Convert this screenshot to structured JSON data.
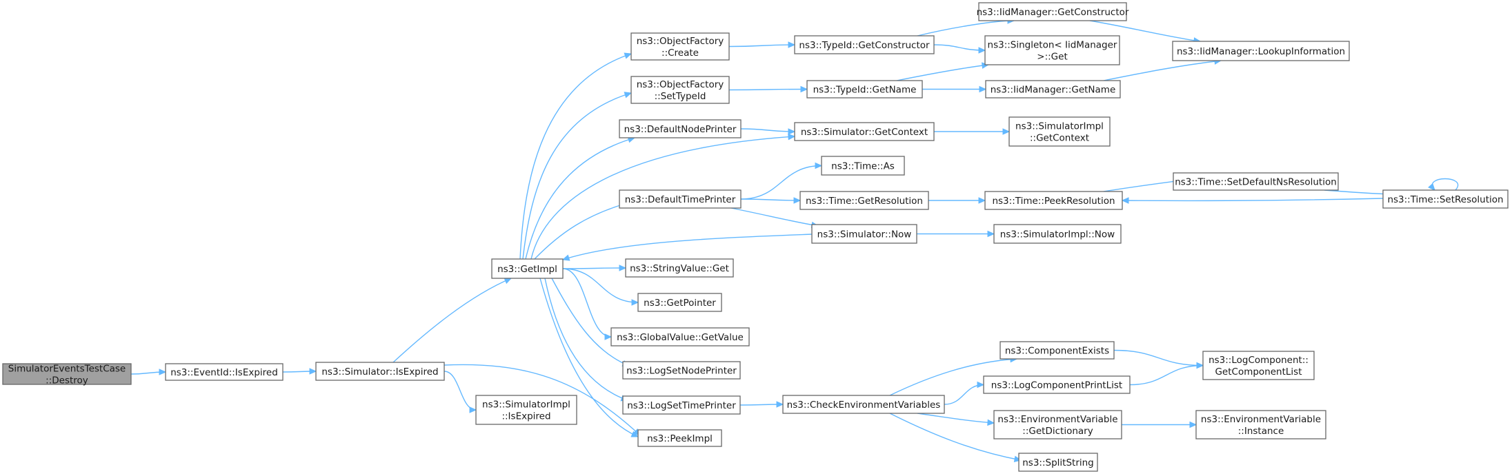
{
  "graph": {
    "nodes": [
      {
        "id": "destroy",
        "lines": [
          "SimulatorEventsTestCase",
          "::Destroy"
        ],
        "root": true
      },
      {
        "id": "eventid_isexpired",
        "lines": [
          "ns3::EventId::IsExpired"
        ]
      },
      {
        "id": "sim_isexpired",
        "lines": [
          "ns3::Simulator::IsExpired"
        ]
      },
      {
        "id": "simimpl_isexpired",
        "lines": [
          "ns3::SimulatorImpl",
          "::IsExpired"
        ]
      },
      {
        "id": "getimpl",
        "lines": [
          "ns3::GetImpl"
        ]
      },
      {
        "id": "peekimpl",
        "lines": [
          "ns3::PeekImpl"
        ]
      },
      {
        "id": "of_create",
        "lines": [
          "ns3::ObjectFactory",
          "::Create"
        ]
      },
      {
        "id": "of_settypeid",
        "lines": [
          "ns3::ObjectFactory",
          "::SetTypeId"
        ]
      },
      {
        "id": "defnodeprinter",
        "lines": [
          "ns3::DefaultNodePrinter"
        ]
      },
      {
        "id": "deftimeprinter",
        "lines": [
          "ns3::DefaultTimePrinter"
        ]
      },
      {
        "id": "stringvalue_get",
        "lines": [
          "ns3::StringValue::Get"
        ]
      },
      {
        "id": "getpointer",
        "lines": [
          "ns3::GetPointer"
        ]
      },
      {
        "id": "globalvalue_getvalue",
        "lines": [
          "ns3::GlobalValue::GetValue"
        ]
      },
      {
        "id": "logsetnodeprinter",
        "lines": [
          "ns3::LogSetNodePrinter"
        ]
      },
      {
        "id": "logsettimeprinter",
        "lines": [
          "ns3::LogSetTimePrinter"
        ]
      },
      {
        "id": "typeid_getconstructor",
        "lines": [
          "ns3::TypeId::GetConstructor"
        ]
      },
      {
        "id": "typeid_getname",
        "lines": [
          "ns3::TypeId::GetName"
        ]
      },
      {
        "id": "sim_getcontext",
        "lines": [
          "ns3::Simulator::GetContext"
        ]
      },
      {
        "id": "time_as",
        "lines": [
          "ns3::Time::As"
        ]
      },
      {
        "id": "time_getresolution",
        "lines": [
          "ns3::Time::GetResolution"
        ]
      },
      {
        "id": "sim_now",
        "lines": [
          "ns3::Simulator::Now"
        ]
      },
      {
        "id": "checkenv",
        "lines": [
          "ns3::CheckEnvironmentVariables"
        ]
      },
      {
        "id": "iid_getconstructor",
        "lines": [
          "ns3::IidManager::GetConstructor"
        ]
      },
      {
        "id": "singleton_get",
        "lines": [
          "ns3::Singleton< IidManager",
          ">::Get"
        ]
      },
      {
        "id": "iid_getname",
        "lines": [
          "ns3::IidManager::GetName"
        ]
      },
      {
        "id": "simimpl_getcontext",
        "lines": [
          "ns3::SimulatorImpl",
          "::GetContext"
        ]
      },
      {
        "id": "time_peekresolution",
        "lines": [
          "ns3::Time::PeekResolution"
        ]
      },
      {
        "id": "simimpl_now",
        "lines": [
          "ns3::SimulatorImpl::Now"
        ]
      },
      {
        "id": "componentexists",
        "lines": [
          "ns3::ComponentExists"
        ]
      },
      {
        "id": "logcomponentprintlist",
        "lines": [
          "ns3::LogComponentPrintList"
        ]
      },
      {
        "id": "envvar_getdictionary",
        "lines": [
          "ns3::EnvironmentVariable",
          "::GetDictionary"
        ]
      },
      {
        "id": "splitstring",
        "lines": [
          "ns3::SplitString"
        ]
      },
      {
        "id": "iid_lookupinformation",
        "lines": [
          "ns3::IidManager::LookupInformation"
        ]
      },
      {
        "id": "time_setdefaultnsresolution",
        "lines": [
          "ns3::Time::SetDefaultNsResolution"
        ]
      },
      {
        "id": "time_setresolution",
        "lines": [
          "ns3::Time::SetResolution"
        ]
      },
      {
        "id": "logcomponent_getcomponentlist",
        "lines": [
          "ns3::LogComponent::",
          "GetComponentList"
        ]
      },
      {
        "id": "envvar_instance",
        "lines": [
          "ns3::EnvironmentVariable",
          "::Instance"
        ]
      }
    ],
    "edges": [
      [
        "destroy",
        "eventid_isexpired"
      ],
      [
        "eventid_isexpired",
        "sim_isexpired"
      ],
      [
        "sim_isexpired",
        "getimpl"
      ],
      [
        "sim_isexpired",
        "simimpl_isexpired"
      ],
      [
        "sim_isexpired",
        "peekimpl"
      ],
      [
        "getimpl",
        "of_create"
      ],
      [
        "getimpl",
        "of_settypeid"
      ],
      [
        "getimpl",
        "defnodeprinter"
      ],
      [
        "getimpl",
        "deftimeprinter"
      ],
      [
        "getimpl",
        "stringvalue_get"
      ],
      [
        "getimpl",
        "getpointer"
      ],
      [
        "getimpl",
        "globalvalue_getvalue"
      ],
      [
        "getimpl",
        "logsetnodeprinter"
      ],
      [
        "getimpl",
        "logsettimeprinter"
      ],
      [
        "getimpl",
        "peekimpl"
      ],
      [
        "getimpl",
        "sim_getcontext"
      ],
      [
        "sim_now",
        "getimpl"
      ],
      [
        "of_create",
        "typeid_getconstructor"
      ],
      [
        "of_settypeid",
        "typeid_getname"
      ],
      [
        "defnodeprinter",
        "sim_getcontext"
      ],
      [
        "deftimeprinter",
        "time_as"
      ],
      [
        "deftimeprinter",
        "time_getresolution"
      ],
      [
        "deftimeprinter",
        "sim_now"
      ],
      [
        "logsettimeprinter",
        "checkenv"
      ],
      [
        "typeid_getconstructor",
        "iid_getconstructor"
      ],
      [
        "typeid_getconstructor",
        "singleton_get"
      ],
      [
        "typeid_getname",
        "singleton_get"
      ],
      [
        "typeid_getname",
        "iid_getname"
      ],
      [
        "sim_getcontext",
        "simimpl_getcontext"
      ],
      [
        "time_getresolution",
        "time_peekresolution"
      ],
      [
        "sim_now",
        "simimpl_now"
      ],
      [
        "iid_getconstructor",
        "iid_lookupinformation"
      ],
      [
        "iid_getname",
        "iid_lookupinformation"
      ],
      [
        "time_peekresolution",
        "time_setdefaultnsresolution"
      ],
      [
        "time_setdefaultnsresolution",
        "time_setresolution"
      ],
      [
        "time_setresolution",
        "time_peekresolution"
      ],
      [
        "time_setresolution",
        "time_setresolution"
      ],
      [
        "checkenv",
        "componentexists"
      ],
      [
        "checkenv",
        "logcomponentprintlist"
      ],
      [
        "checkenv",
        "envvar_getdictionary"
      ],
      [
        "checkenv",
        "splitstring"
      ],
      [
        "componentexists",
        "logcomponent_getcomponentlist"
      ],
      [
        "logcomponentprintlist",
        "logcomponent_getcomponentlist"
      ],
      [
        "envvar_getdictionary",
        "envvar_instance"
      ]
    ]
  }
}
